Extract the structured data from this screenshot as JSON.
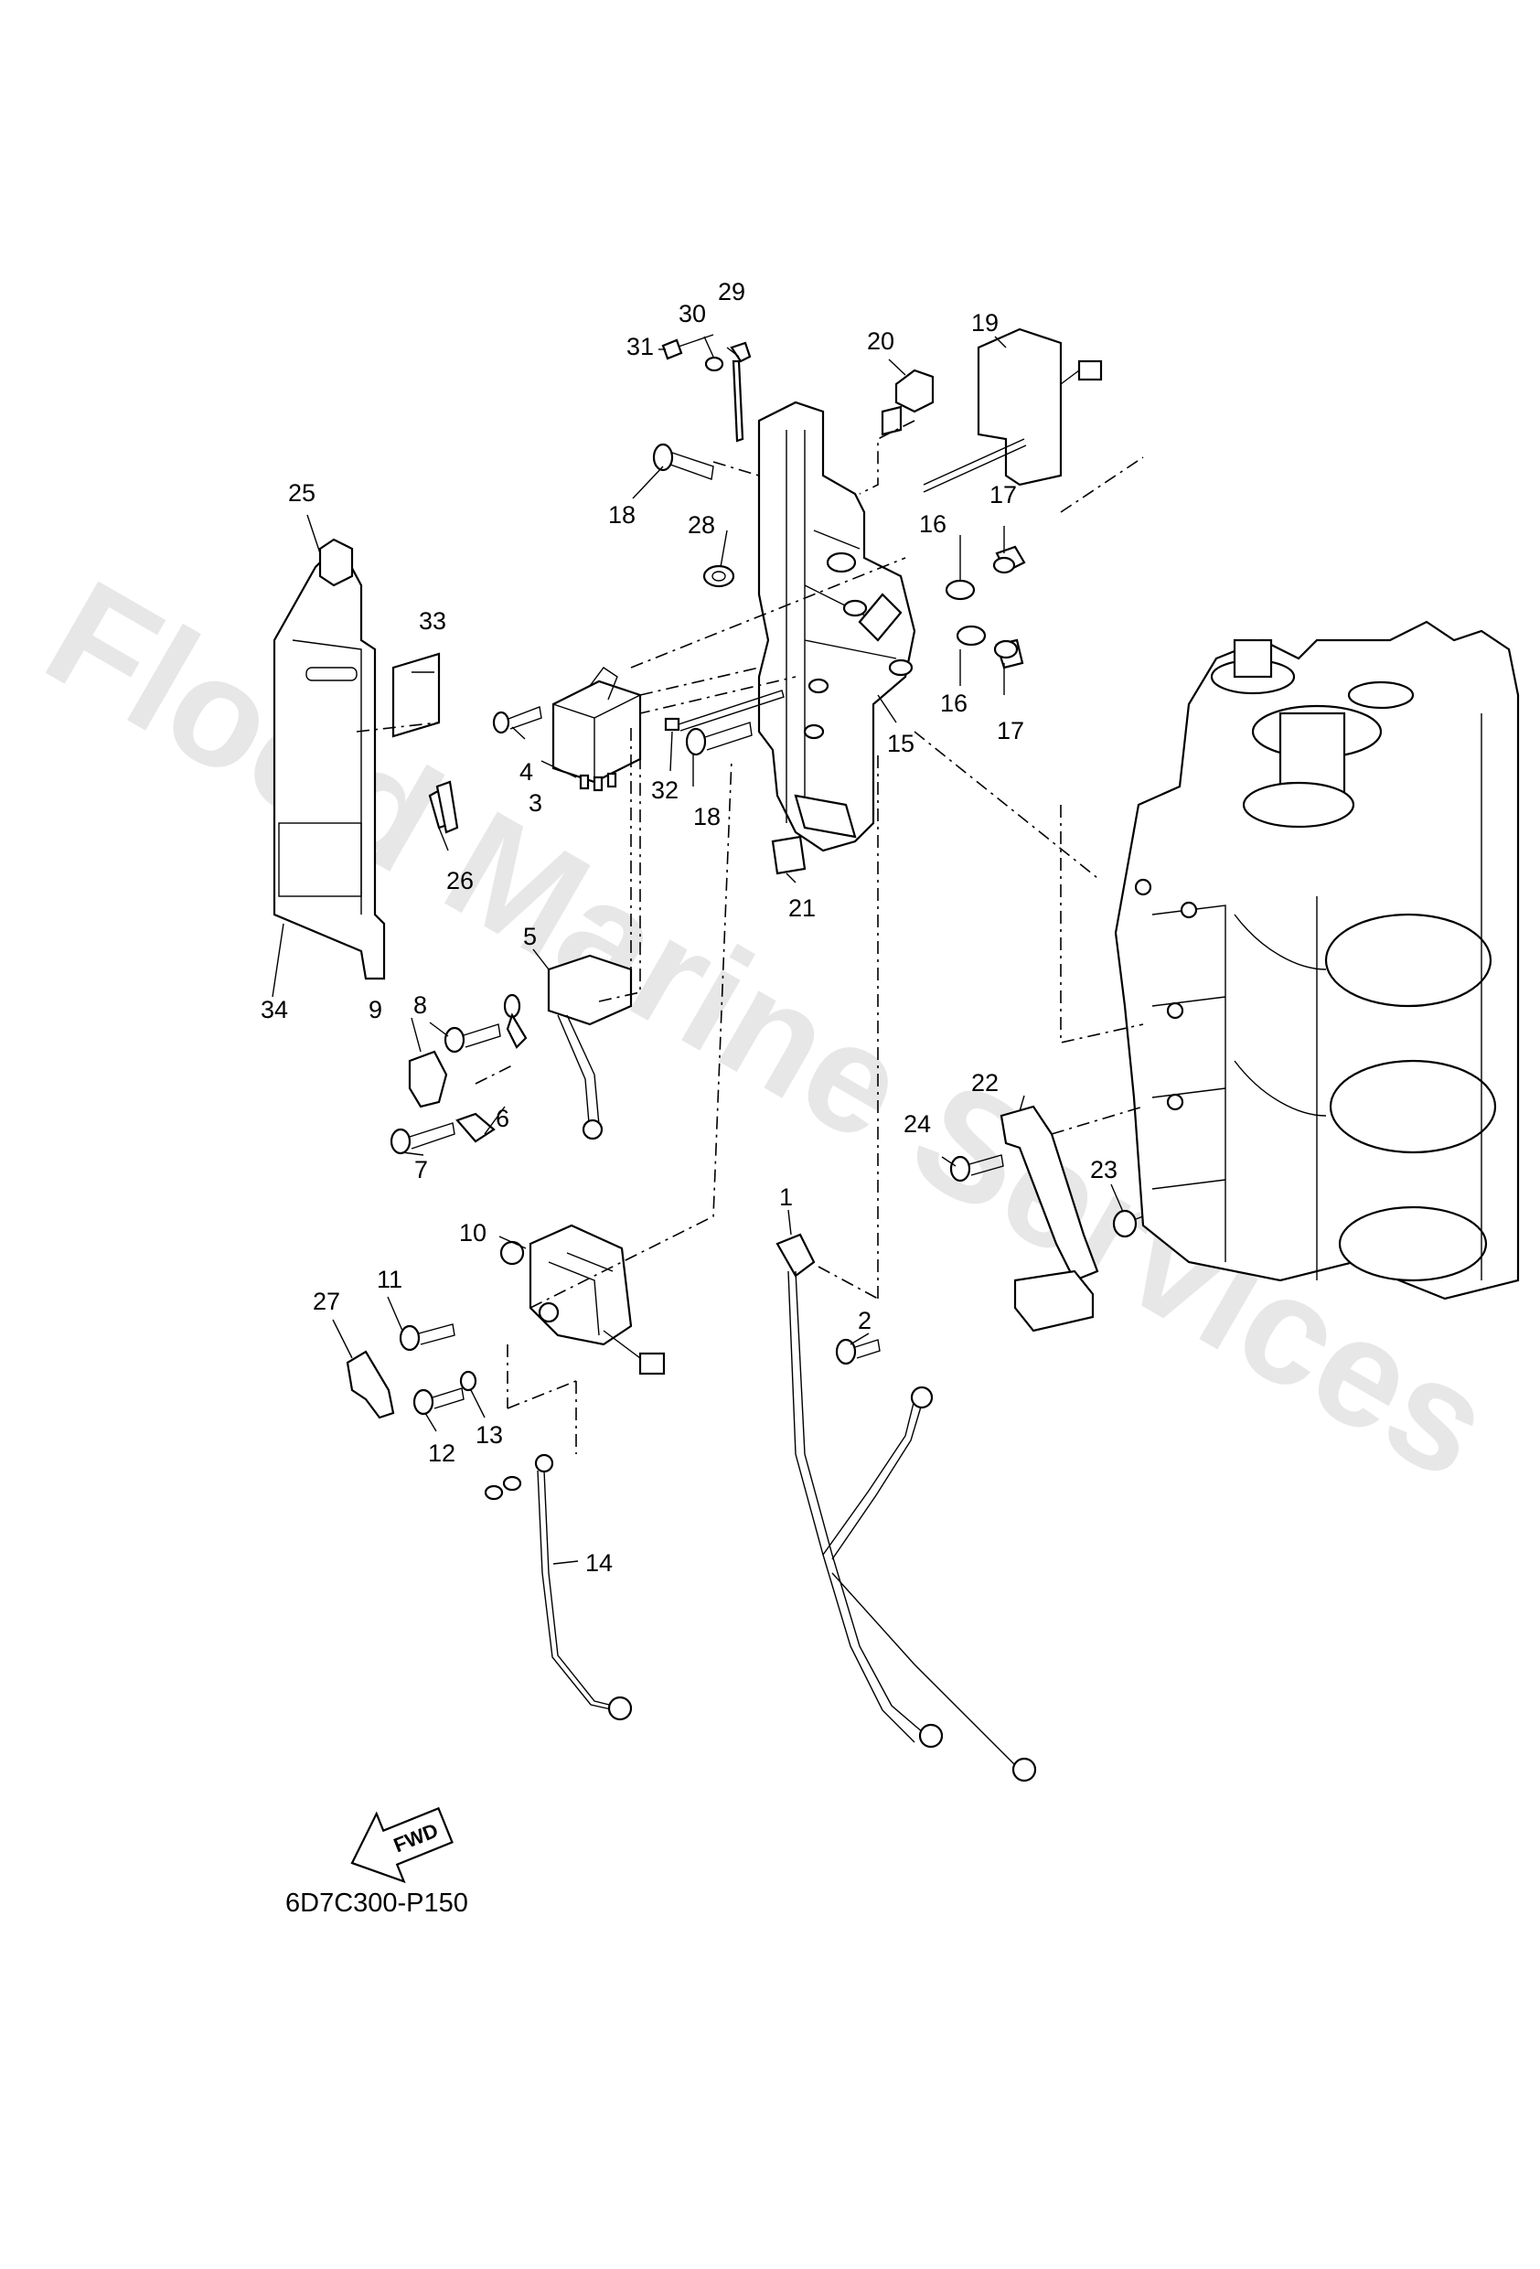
{
  "watermark": "Flood Marine Services",
  "diagram_code": "6D7C300-P150",
  "fwd_label": "FWD",
  "callouts": [
    "1",
    "2",
    "3",
    "4",
    "5",
    "6",
    "7",
    "8",
    "9",
    "10",
    "11",
    "12",
    "13",
    "14",
    "15",
    "16",
    "16",
    "17",
    "17",
    "18",
    "18",
    "19",
    "20",
    "21",
    "22",
    "23",
    "24",
    "25",
    "26",
    "27",
    "28",
    "29",
    "30",
    "31",
    "32",
    "33",
    "34"
  ]
}
